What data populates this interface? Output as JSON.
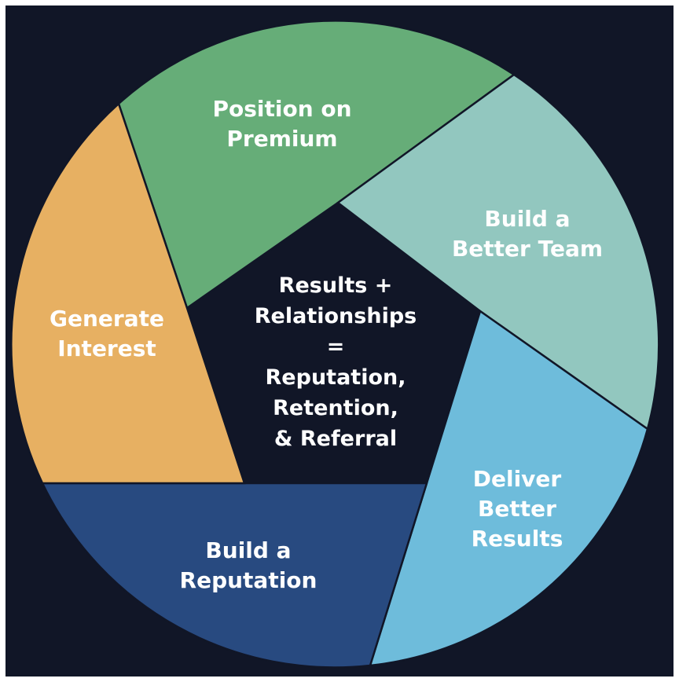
{
  "diagram": {
    "colors": {
      "background": "#111627",
      "position_on_premium": "#66AD78",
      "build_better_team": "#92C7BF",
      "deliver_better_results": "#6EBCDB",
      "build_reputation": "#284A80",
      "generate_interest": "#E7B062"
    },
    "segments": {
      "position_on_premium": {
        "line1": "Position on",
        "line2": "Premium"
      },
      "build_better_team": {
        "line1": "Build a",
        "line2": "Better Team"
      },
      "deliver_better_results": {
        "line1": "Deliver",
        "line2": "Better",
        "line3": "Results"
      },
      "build_reputation": {
        "line1": "Build a",
        "line2": "Reputation"
      },
      "generate_interest": {
        "line1": "Generate",
        "line2": "Interest"
      }
    },
    "center": {
      "line1": "Results +",
      "line2": "Relationships",
      "line3": "=",
      "line4": "Reputation,",
      "line5": "Retention,",
      "line6": "& Referral"
    }
  }
}
